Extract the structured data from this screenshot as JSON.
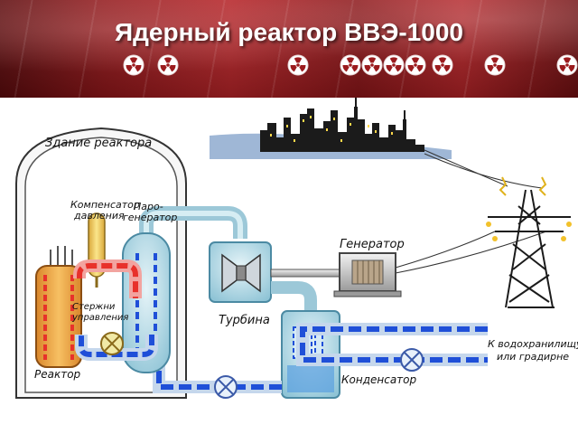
{
  "header": {
    "title": "Ядерный реактор ВВЭ-1000",
    "radiation_icon_count": 10
  },
  "diagram": {
    "labels": {
      "reactor_building": "Здание реактора",
      "pressure_compensator_line1": "Компенсатор",
      "pressure_compensator_line2": "давления",
      "steam_generator_line1": "Паро-",
      "steam_generator_line2": "генератор",
      "control_rods_line1": "Стержни",
      "control_rods_line2": "управления",
      "reactor": "Реактор",
      "turbine": "Турбина",
      "generator": "Генератор",
      "condenser": "Конденсатор",
      "outlet_line1": "К водохранилищу",
      "outlet_line2": "или градирне"
    }
  },
  "colors": {
    "banner_red": "#b42327",
    "hot_loop": "#e8312b",
    "cool_loop": "#1f4fd8",
    "steam": "#b9dde8",
    "reactor_vessel": "#f3b24a",
    "compensator": "#f1d36a"
  }
}
